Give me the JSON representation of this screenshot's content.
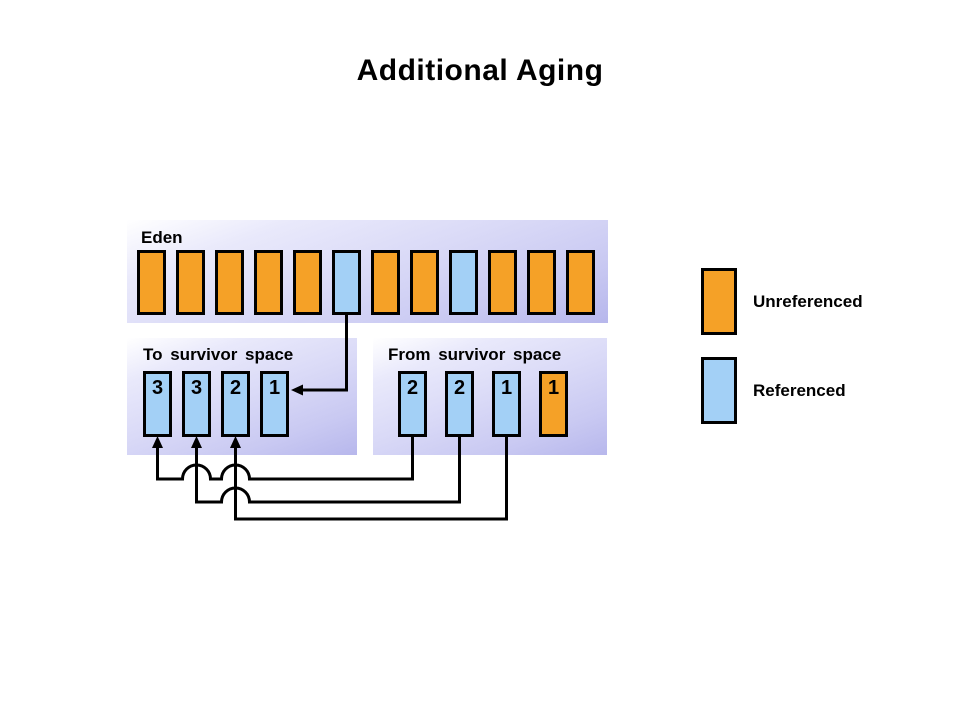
{
  "title": "Additional Aging",
  "colors": {
    "unreferenced_fill": "#F5A127",
    "referenced_fill": "#A3D0F6",
    "box_background": "#C9C9F2",
    "line_color": "#000000"
  },
  "eden": {
    "label": "Eden",
    "cells": [
      "unreferenced",
      "unreferenced",
      "unreferenced",
      "unreferenced",
      "unreferenced",
      "referenced",
      "unreferenced",
      "unreferenced",
      "referenced",
      "unreferenced",
      "unreferenced",
      "unreferenced"
    ]
  },
  "to_survivor": {
    "label": "To survivor space",
    "cells": [
      {
        "age": "3",
        "state": "referenced"
      },
      {
        "age": "3",
        "state": "referenced"
      },
      {
        "age": "2",
        "state": "referenced"
      },
      {
        "age": "1",
        "state": "referenced"
      }
    ]
  },
  "from_survivor": {
    "label": "From survivor space",
    "cells": [
      {
        "age": "2",
        "state": "referenced"
      },
      {
        "age": "2",
        "state": "referenced"
      },
      {
        "age": "1",
        "state": "referenced"
      },
      {
        "age": "1",
        "state": "unreferenced"
      }
    ]
  },
  "legend": [
    {
      "label": "Unreferenced",
      "state": "unreferenced"
    },
    {
      "label": "Referenced",
      "state": "referenced"
    }
  ],
  "connections": [
    {
      "from": "eden-cell-6",
      "to": "to-survivor-cell-4"
    },
    {
      "from": "from-survivor-cell-1",
      "to": "to-survivor-cell-1"
    },
    {
      "from": "from-survivor-cell-2",
      "to": "to-survivor-cell-2"
    },
    {
      "from": "from-survivor-cell-3",
      "to": "to-survivor-cell-3"
    }
  ]
}
